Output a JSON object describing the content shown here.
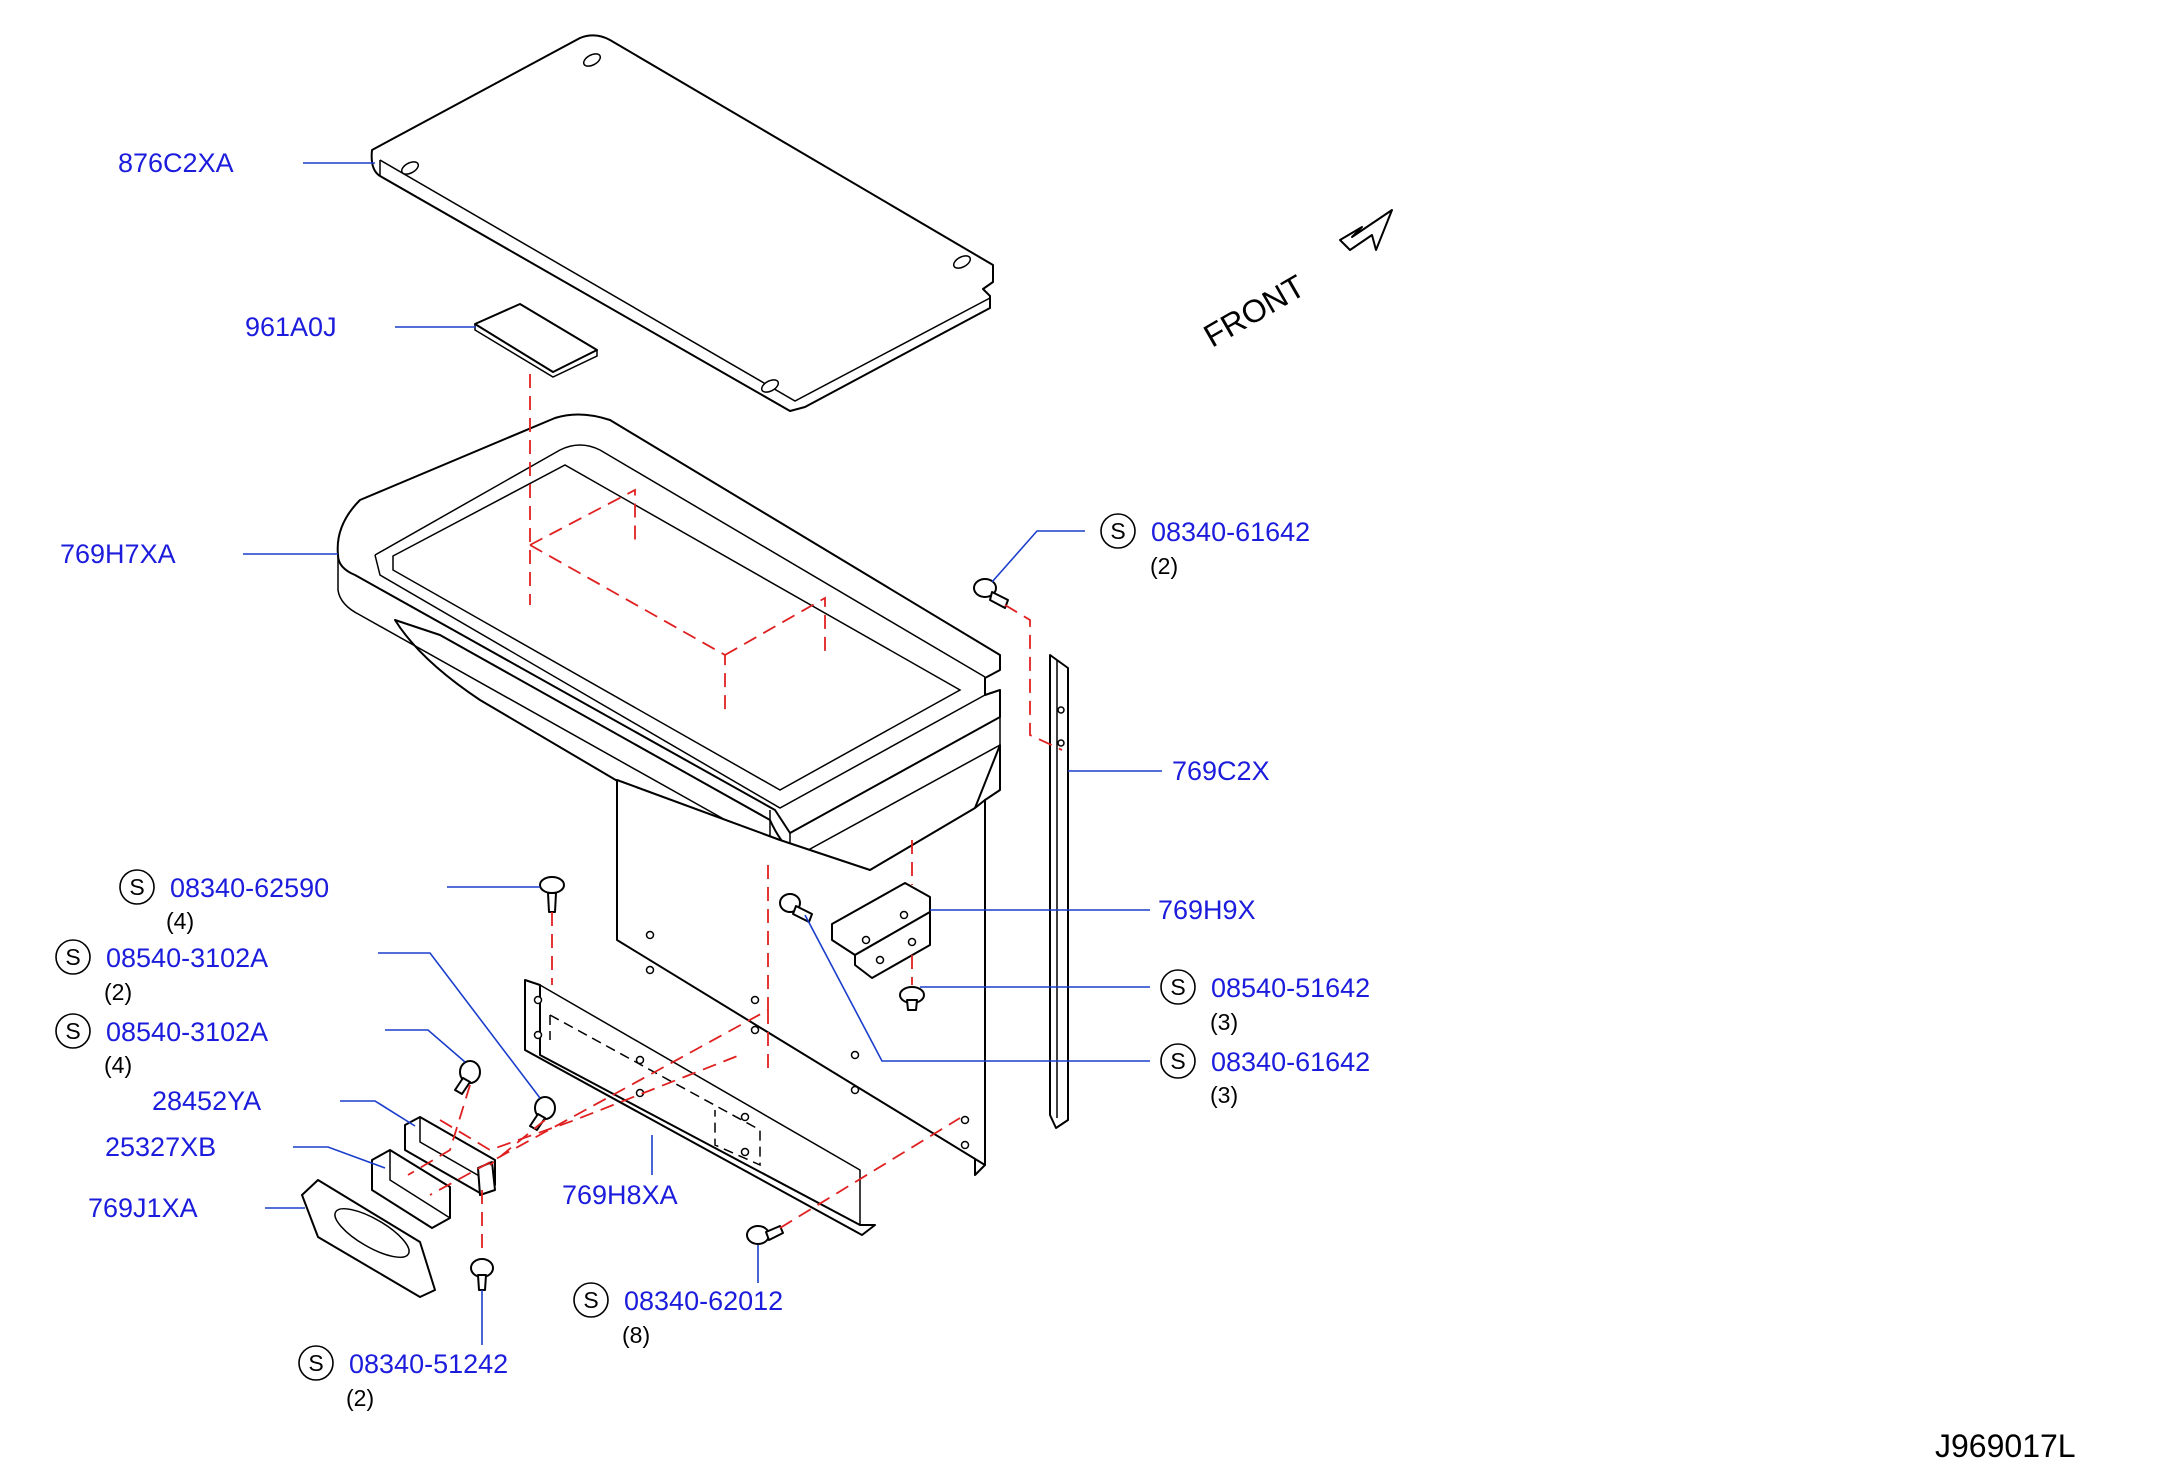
{
  "front_label": "FRONT",
  "diagram_id": "J969017L",
  "symbol_letter": "S",
  "parts": [
    {
      "number": "876C2XA"
    },
    {
      "number": "961A0J"
    },
    {
      "number": "769H7XA"
    },
    {
      "number": "769C2X"
    },
    {
      "number": "769H9X"
    },
    {
      "number": "28452YA"
    },
    {
      "number": "25327XB"
    },
    {
      "number": "769J1XA"
    },
    {
      "number": "769H8XA"
    }
  ],
  "standard_parts": [
    {
      "number": "08340-61642",
      "qty": "(2)"
    },
    {
      "number": "08340-62590",
      "qty": "(4)"
    },
    {
      "number": "08540-3102A",
      "qty": "(2)"
    },
    {
      "number": "08540-3102A",
      "qty": "(4)"
    },
    {
      "number": "08540-51642",
      "qty": "(3)"
    },
    {
      "number": "08340-61642",
      "qty": "(3)"
    },
    {
      "number": "08340-62012",
      "qty": "(8)"
    },
    {
      "number": "08340-51242",
      "qty": "(2)"
    }
  ]
}
